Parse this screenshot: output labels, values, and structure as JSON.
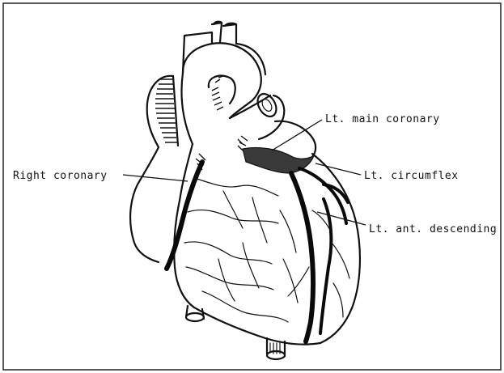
{
  "labels": {
    "lt_main_coronary": "Lt. main coronary",
    "right_coronary": "Right coronary",
    "lt_circumflex": "Lt. circumflex",
    "lt_ant_descending": "Lt. ant. descending"
  },
  "icons": [
    "heart-anatomy-illustration"
  ],
  "colors": {
    "ink": "#111111",
    "background": "#ffffff",
    "main_coronary_shade": "#3a3a3a"
  }
}
